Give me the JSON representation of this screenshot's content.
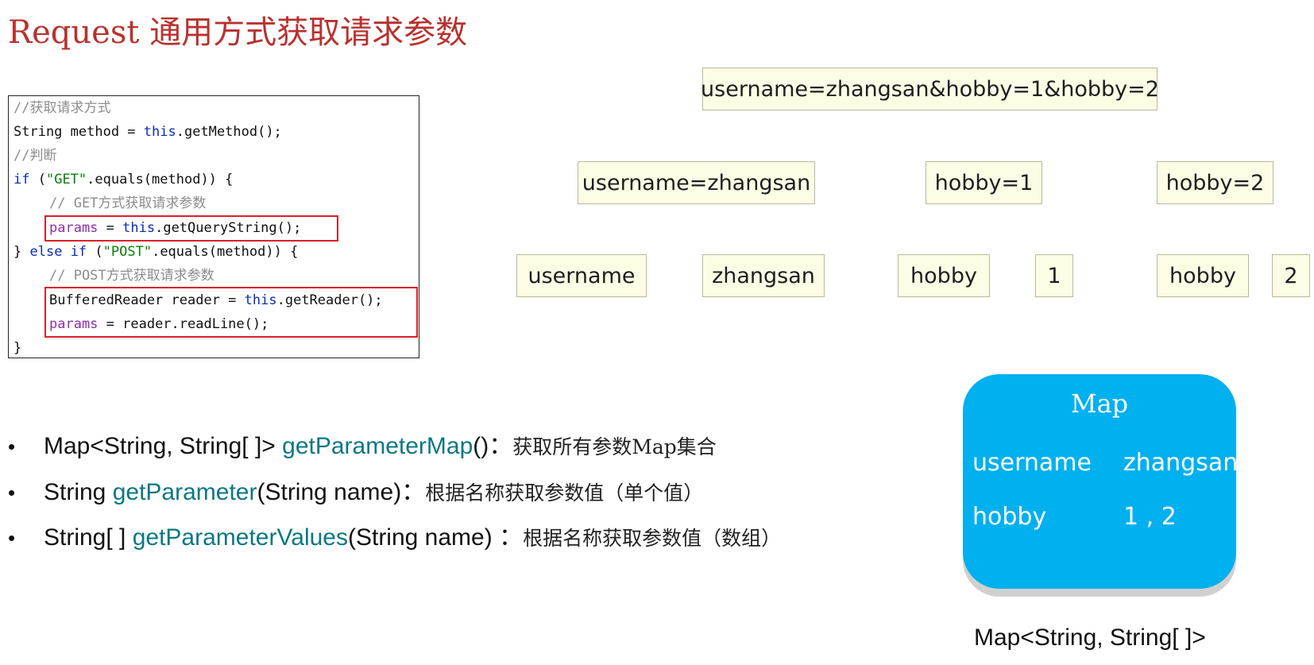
{
  "title": "Request 通用方式获取请求参数",
  "code": {
    "comment_get_method": "//获取请求方式",
    "line_method": {
      "type": "String",
      "rest": " method = ",
      "this": "this",
      "call": ".getMethod();"
    },
    "comment_judge": "//判断",
    "line_if": {
      "kw": "if",
      "open": " (",
      "str": "\"GET\"",
      "rest": ".equals(method)) {"
    },
    "comment_get_params": "// GET方式获取请求参数",
    "line_query": {
      "var": "params",
      "eq": " = ",
      "this": "this",
      "call": ".getQueryString();"
    },
    "line_else": {
      "brace": "} ",
      "else": "else",
      "sp": " ",
      "if": "if",
      "open": " (",
      "str": "\"POST\"",
      "rest": ".equals(method)) {"
    },
    "comment_post_params": "// POST方式获取请求参数",
    "line_reader": {
      "decl": "BufferedReader reader = ",
      "this": "this",
      "call": ".getReader();"
    },
    "line_readline": {
      "var": "params",
      "rest": " = reader.readLine();"
    },
    "line_close": "}"
  },
  "diagram": {
    "query_string": "username=zhangsan&hobby=1&hobby=2",
    "pairs": [
      "username=zhangsan",
      "hobby=1",
      "hobby=2"
    ],
    "parts": [
      "username",
      "zhangsan",
      "hobby",
      "1",
      "hobby",
      "2"
    ]
  },
  "bullets": [
    {
      "dot": "•",
      "prefix": "Map<String, String[ ]> ",
      "method": "getParameterMap",
      "suffix": "()：",
      "desc": "获取所有参数Map集合"
    },
    {
      "dot": "•",
      "prefix": "String ",
      "method": "getParameter",
      "suffix": "(String name)：",
      "desc": "根据名称获取参数值（单个值）"
    },
    {
      "dot": "•",
      "prefix": "String[ ] ",
      "method": "getParameterValues",
      "suffix": "(String name) ：",
      "desc": "根据名称获取参数值（数组）"
    }
  ],
  "map_card": {
    "title": "Map",
    "rows": [
      {
        "key": "username",
        "value": "zhangsan"
      },
      {
        "key": "hobby",
        "value": "1 , 2"
      }
    ],
    "caption": "Map<String, String[ ]>",
    "color": "#00b0ef"
  },
  "colors": {
    "title": "#b8322f",
    "method_name": "#0d7783",
    "highlight_border": "#d9202a",
    "box_fill": "#fdfde6"
  }
}
